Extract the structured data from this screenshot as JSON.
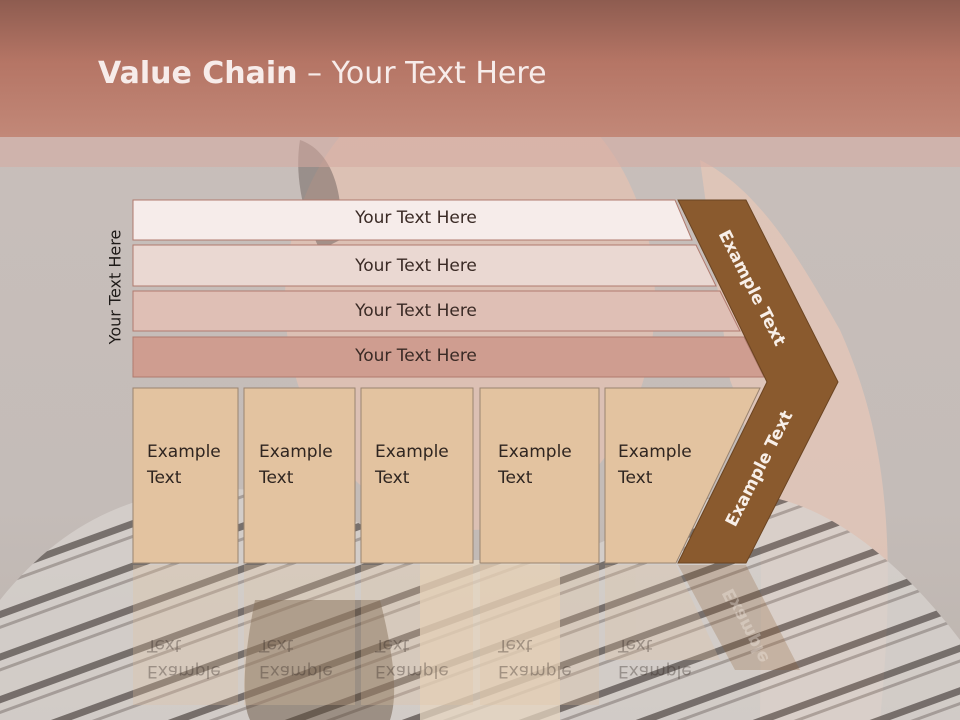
{
  "slide": {
    "title_bold": "Value Chain",
    "title_rest": " – Your Text Here"
  },
  "side_label": "Your Text Here",
  "rows": [
    {
      "label": "Your Text Here"
    },
    {
      "label": "Your Text Here"
    },
    {
      "label": "Your Text Here"
    },
    {
      "label": "Your Text Here"
    }
  ],
  "boxes": [
    {
      "label": "Example\nText"
    },
    {
      "label": "Example\nText"
    },
    {
      "label": "Example\nText"
    },
    {
      "label": "Example\nText"
    },
    {
      "label": "Example\nText"
    }
  ],
  "chevron": {
    "upper_label": "Example Text",
    "lower_label": "Example Text",
    "reflection_label": "Example"
  },
  "colors": {
    "header": "#b57565",
    "row_fills": [
      "#f6ecea",
      "#ead8d2",
      "#dfbfb5",
      "#cf9d90"
    ],
    "box_fill": "#e3c3a0",
    "chevron": "#8a5a2e"
  }
}
